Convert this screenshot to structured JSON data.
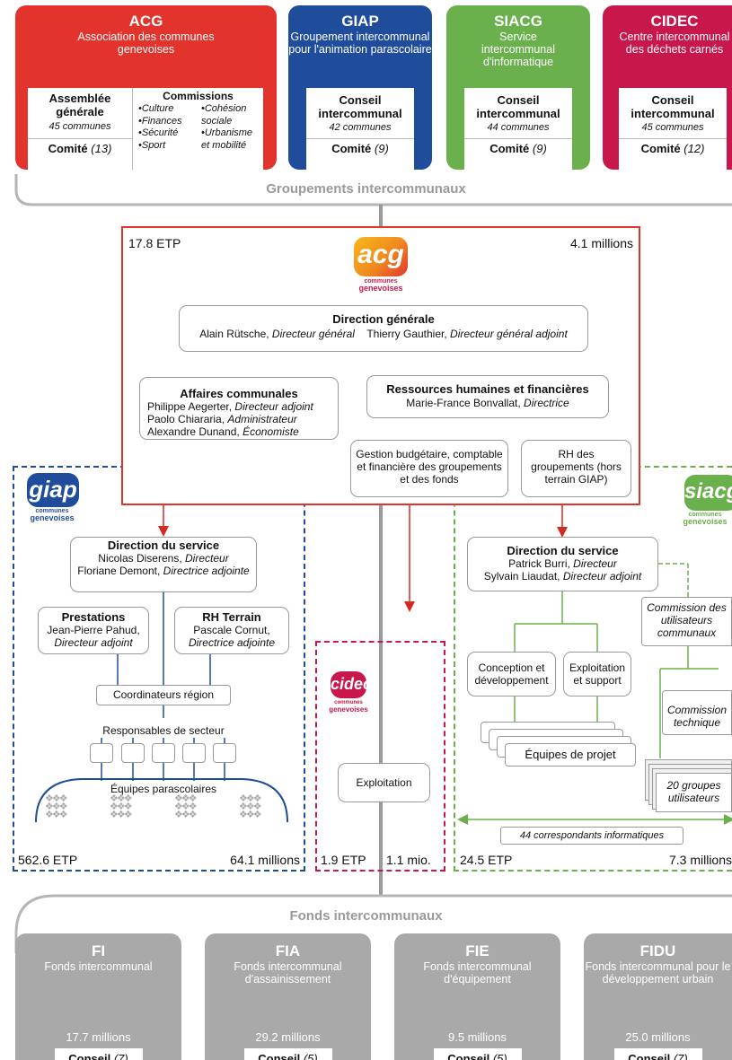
{
  "groups": [
    {
      "acr": "ACG",
      "full": "Association des communes genevoises",
      "color": "#e2332c"
    },
    {
      "acr": "GIAP",
      "full": "Groupement intercommunal pour l'animation parascolaire",
      "color": "#1f4d9c"
    },
    {
      "acr": "SIACG",
      "full": "Service intercommunal d'informatique",
      "color": "#6ab04c"
    },
    {
      "acr": "CIDEC",
      "full": "Centre intercommunal des déchets carnés",
      "color": "#c8174b"
    }
  ],
  "acg_box": {
    "ag_title": "Assemblée générale",
    "ag_sub": "45 communes",
    "comite": "Comité",
    "comite_n": "(13)",
    "comm_title": "Commissions",
    "comm_items": [
      "•Culture",
      "•Finances",
      "•Sécurité",
      "•Sport",
      "•Cohésion sociale",
      "•Urbanisme et mobilité"
    ]
  },
  "giap_box": {
    "title": "Conseil intercommunal",
    "sub": "42 communes",
    "comite": "Comité",
    "n": "(9)"
  },
  "siacg_box": {
    "title": "Conseil intercommunal",
    "sub": "44 communes",
    "comite": "Comité",
    "n": "(9)"
  },
  "cidec_box": {
    "title": "Conseil intercommunal",
    "sub": "45 communes",
    "comite": "Comité",
    "n": "(12)"
  },
  "groupements_label": "Groupements intercommunaux",
  "acg_main": {
    "etp": "17.8 ETP",
    "budget": "4.1 millions",
    "logo_text": "acg",
    "logo_sub1": "communes",
    "logo_sub2": "genevoises",
    "dg_title": "Direction générale",
    "dg_p1_name": "Alain Rütsche,",
    "dg_p1_role": "Directeur général",
    "dg_p2_name": "Thierry Gauthier,",
    "dg_p2_role": "Directeur général adjoint",
    "ac_title": "Affaires communales",
    "ac_people": [
      {
        "name": "Philippe Aegerter,",
        "role": "Directeur adjoint"
      },
      {
        "name": "Paolo Chiararia,",
        "role": "Administrateur"
      },
      {
        "name": "Alexandre Dunand,",
        "role": "Économiste"
      }
    ],
    "rh_title": "Ressources humaines et financières",
    "rh_name": "Marie-France Bonvallat,",
    "rh_role": "Directrice",
    "gb_text": "Gestion budgétaire, comptable et financière des groupements et des fonds",
    "rhg_text": "RH des groupements (hors terrain GIAP)"
  },
  "giap_main": {
    "logo_text": "giap",
    "logo_sub1": "communes",
    "logo_sub2": "genevoises",
    "dir_title": "Direction du service",
    "dir_p1_name": "Nicolas Diserens,",
    "dir_p1_role": "Directeur",
    "dir_p2_name": "Floriane Demont,",
    "dir_p2_role": "Directrice adjointe",
    "prest_title": "Prestations",
    "prest_name": "Jean-Pierre Pahud,",
    "prest_role": "Directeur adjoint",
    "rht_title": "RH Terrain",
    "rht_name": "Pascale Cornut,",
    "rht_role": "Directrice adjointe",
    "coord": "Coordinateurs région",
    "resp": "Responsables de secteur",
    "equipes": "Équipes parascolaires",
    "etp": "562.6 ETP",
    "budget": "64.1 millions"
  },
  "cidec_main": {
    "logo_text": "cidec",
    "logo_sub1": "communes",
    "logo_sub2": "genevoises",
    "exploit": "Exploitation",
    "etp": "1.9 ETP",
    "budget": "1.1 mio."
  },
  "siacg_main": {
    "logo_text": "siacg",
    "logo_sub1": "communes",
    "logo_sub2": "genevoises",
    "dir_title": "Direction du service",
    "dir_p1_name": "Patrick Burri,",
    "dir_p1_role": "Directeur",
    "dir_p2_name": "Sylvain Liaudat,",
    "dir_p2_role": "Directeur adjoint",
    "comm_users": "Commission des utilisateurs communaux",
    "conception": "Conception et développement",
    "exploitation": "Exploitation et support",
    "comm_tech": "Commission technique",
    "equipes": "Équipes de projet",
    "groupes": "20 groupes utilisateurs",
    "correspondants": "44 correspondants informatiques",
    "etp": "24.5 ETP",
    "budget": "7.3 millions"
  },
  "fonds_label": "Fonds intercommunaux",
  "funds": [
    {
      "acr": "FI",
      "full": "Fonds intercommunal",
      "amount": "17.7 millions",
      "conseil": "Conseil",
      "n": "(7)"
    },
    {
      "acr": "FIA",
      "full": "Fonds intercommunal d'assainissement",
      "amount": "29.2 millions",
      "conseil": "Conseil",
      "n": "(5)"
    },
    {
      "acr": "FIE",
      "full": "Fonds intercommunal d'équipement",
      "amount": "9.5 millions",
      "conseil": "Conseil",
      "n": "(5)"
    },
    {
      "acr": "FIDU",
      "full": "Fonds intercommunal pour le développement urbain",
      "amount": "25.0 millions",
      "conseil": "Conseil",
      "n": "(7)"
    }
  ],
  "colors": {
    "acg_red": "#e2332c",
    "giap_blue": "#1f4d9c",
    "siacg_green": "#6ab04c",
    "cidec_pink": "#c8174b",
    "fund_grey": "#a9a9a9",
    "logo_yellow": "#f6b81b"
  }
}
